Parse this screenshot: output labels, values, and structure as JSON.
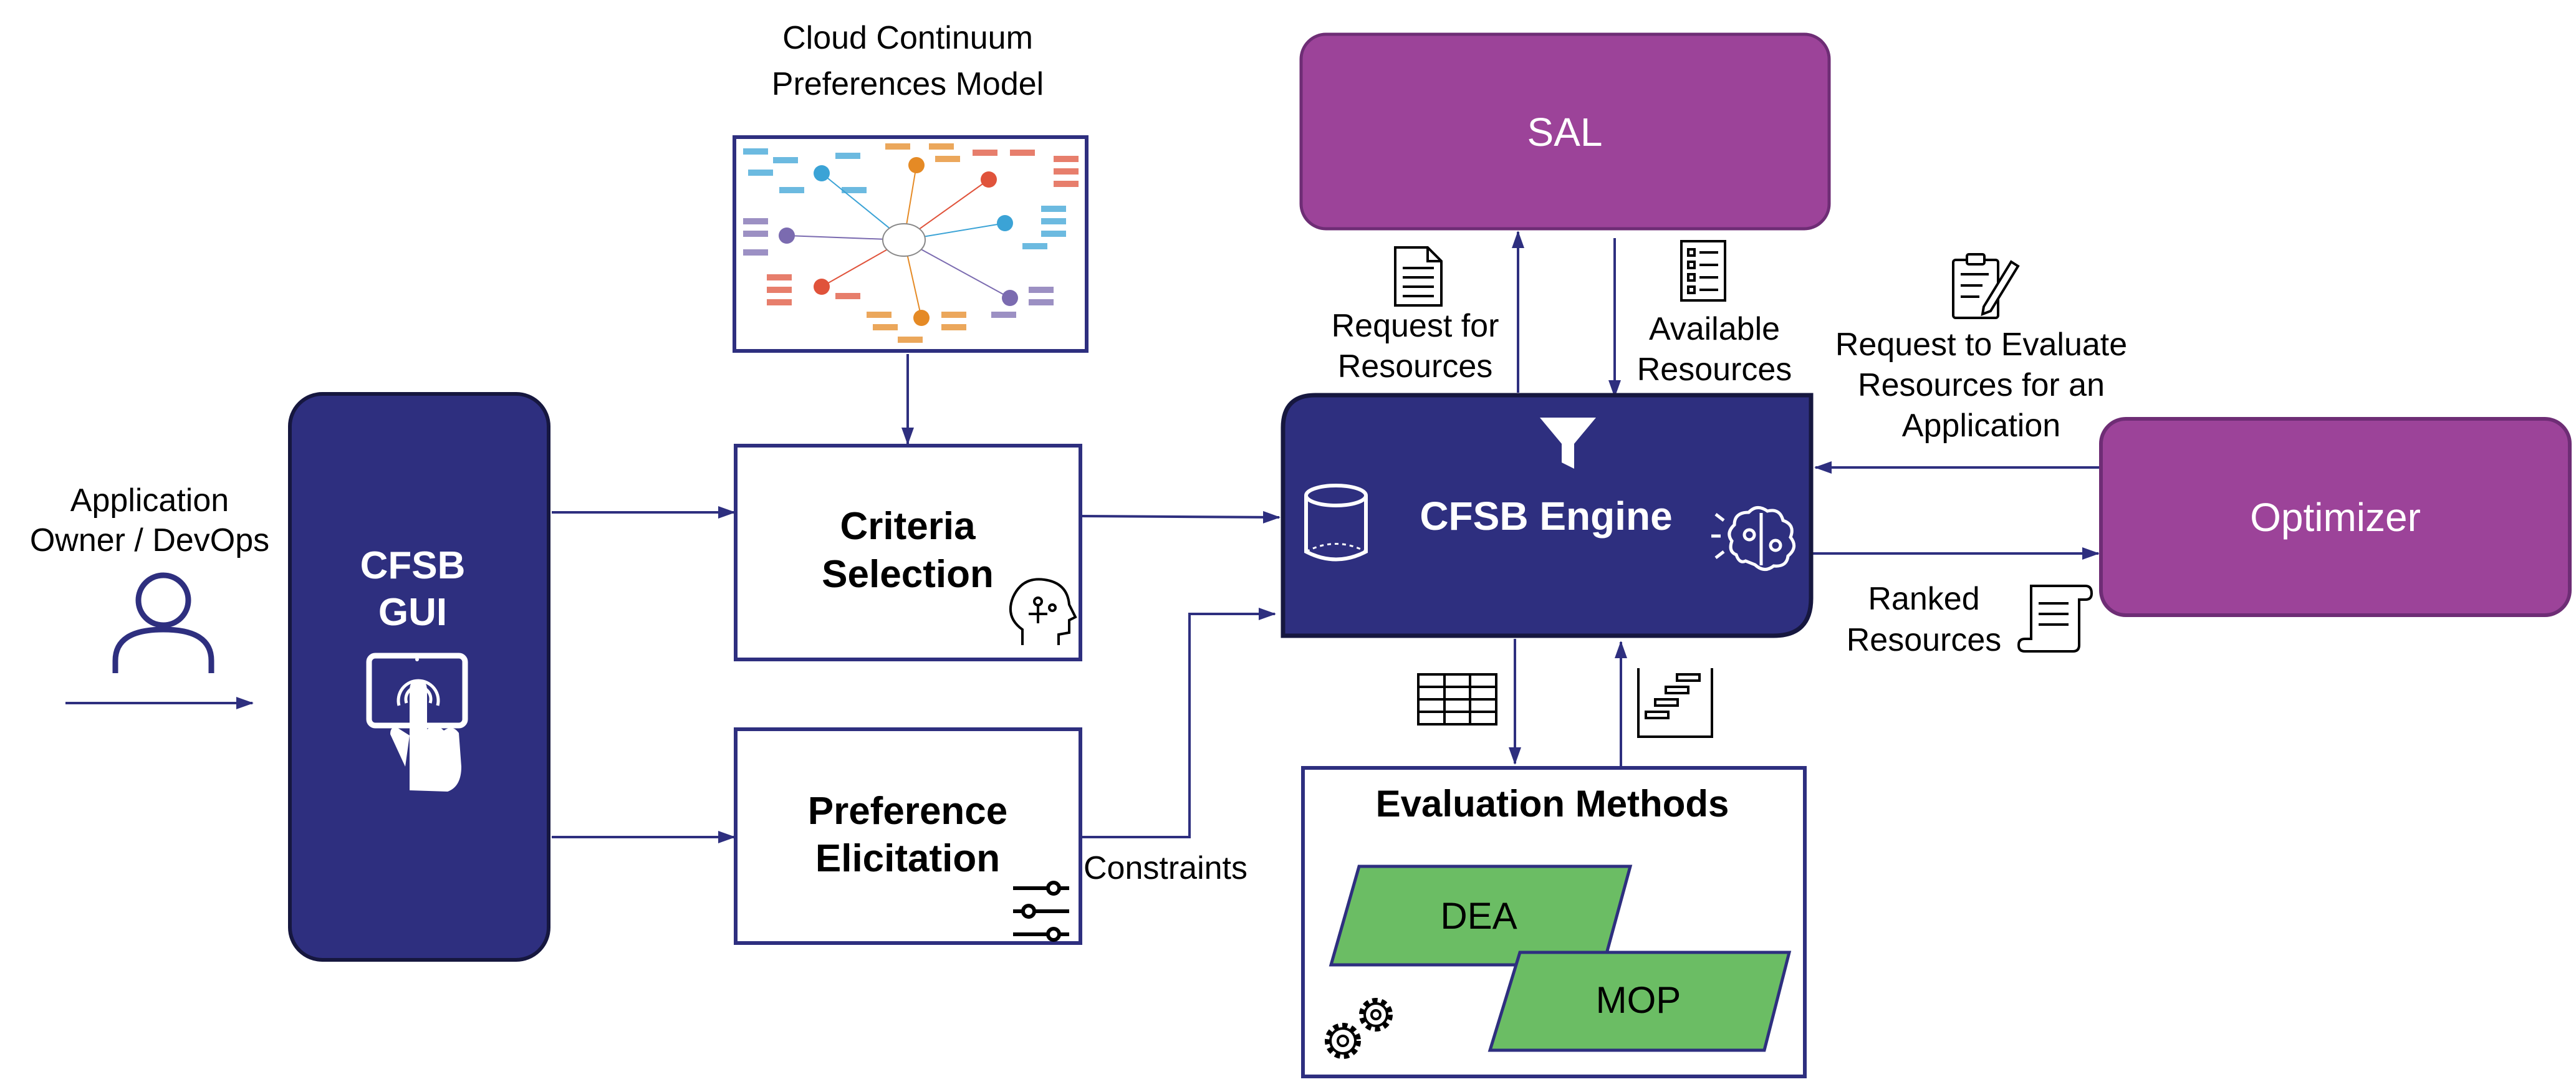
{
  "colors": {
    "navy": "#2e2f7f",
    "purple": "#9c4399",
    "purple_border": "#6e2d75",
    "green": "#6bbd64",
    "arrow": "#2e2f7f"
  },
  "actor": {
    "label_line1": "Application",
    "label_line2": "Owner / DevOps",
    "icon": "person-icon"
  },
  "gui": {
    "title_line1": "CFSB",
    "title_line2": "GUI",
    "icon": "touch-screen-icon"
  },
  "model": {
    "title_line1": "Cloud Continuum",
    "title_line2": "Preferences Model",
    "image": "mind-map-thumbnail"
  },
  "criteria": {
    "title_line1": "Criteria",
    "title_line2": "Selection",
    "icon": "brain-head-icon"
  },
  "preference": {
    "title_line1": "Preference",
    "title_line2": "Elicitation",
    "icon": "sliders-icon"
  },
  "constraints_label": "Constraints",
  "engine": {
    "title": "CFSB Engine",
    "icons": [
      "funnel-icon",
      "database-icon",
      "ai-brain-icon"
    ]
  },
  "sal": {
    "title": "SAL"
  },
  "optimizer": {
    "title": "Optimizer"
  },
  "request_resources": {
    "line1": "Request for",
    "line2": "Resources",
    "icon": "document-icon"
  },
  "available_resources": {
    "line1": "Available",
    "line2": "Resources",
    "icon": "checklist-icon"
  },
  "request_evaluate": {
    "line1": "Request to Evaluate",
    "line2": "Resources for an",
    "line3": "Application",
    "icon": "clipboard-pen-icon"
  },
  "ranked_resources": {
    "line1": "Ranked",
    "line2": "Resources",
    "icon": "scroll-list-icon"
  },
  "evaluation": {
    "title": "Evaluation Methods",
    "method1": "DEA",
    "method2": "MOP",
    "icons": [
      "table-icon",
      "gantt-chart-icon",
      "gears-icon"
    ]
  }
}
